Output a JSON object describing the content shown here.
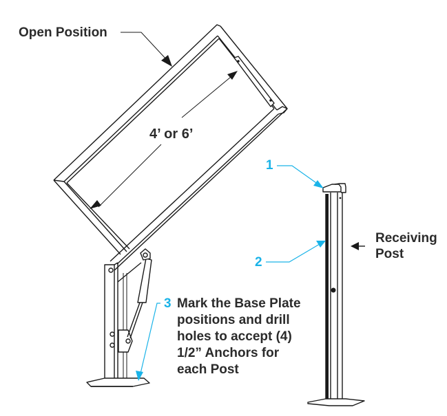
{
  "diagram": {
    "title_label": "Open Position",
    "dimension_label": "4’ or 6’",
    "receiving_post_label": [
      "Receiving",
      "Post"
    ],
    "callouts": [
      {
        "number": "1",
        "target": "receiving post top cap"
      },
      {
        "number": "2",
        "target": "receiving post channel"
      },
      {
        "number": "3",
        "target": "base plate"
      }
    ],
    "instruction_lines": [
      "Mark the Base Plate",
      "positions and drill",
      "holes to accept (4)",
      "1/2” Anchors for",
      "each Post"
    ],
    "colors": {
      "callout": "#1ab3e8",
      "line": "#1a1a1a",
      "text": "#2b2b2b"
    }
  }
}
